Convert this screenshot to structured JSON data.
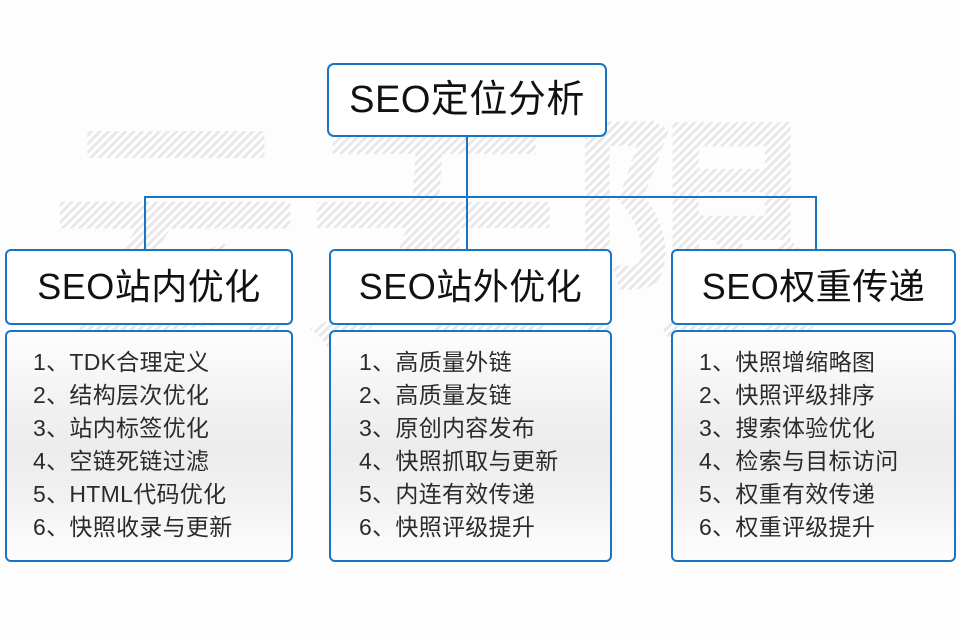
{
  "diagram": {
    "title": "SEO定位分析",
    "watermark_text": "云无限",
    "accent_color": "#1a74c4",
    "columns": [
      {
        "heading": "SEO站内优化",
        "items": [
          "1、TDK合理定义",
          "2、结构层次优化",
          "3、站内标签优化",
          "4、空链死链过滤",
          "5、HTML代码优化",
          "6、快照收录与更新"
        ]
      },
      {
        "heading": "SEO站外优化",
        "items": [
          "1、高质量外链",
          "2、高质量友链",
          "3、原创内容发布",
          "4、快照抓取与更新",
          "5、内连有效传递",
          "6、快照评级提升"
        ]
      },
      {
        "heading": "SEO权重传递",
        "items": [
          "1、快照增缩略图",
          "2、快照评级排序",
          "3、搜索体验优化",
          "4、检索与目标访问",
          "5、权重有效传递",
          "6、权重评级提升"
        ]
      }
    ]
  }
}
